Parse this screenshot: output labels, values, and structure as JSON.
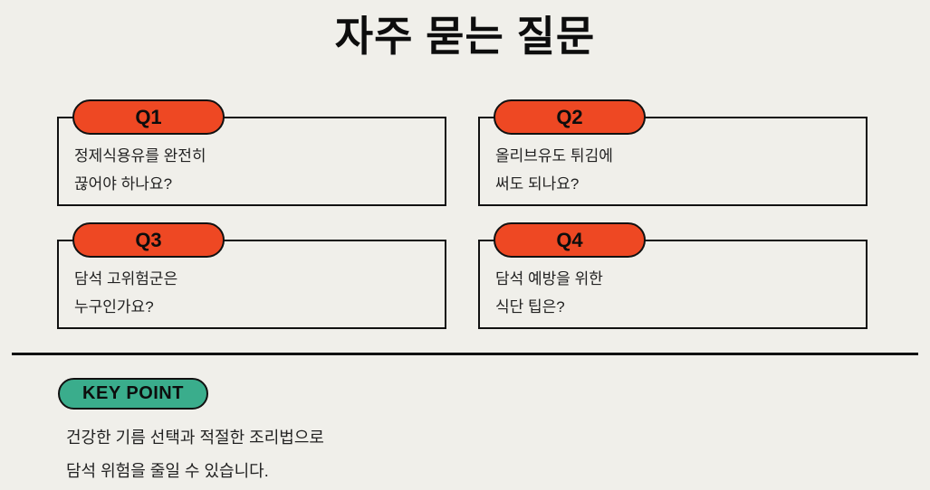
{
  "page": {
    "title": "자주 묻는 질문",
    "background_color": "#F0EFEA"
  },
  "colors": {
    "question_badge": "#EE4823",
    "key_point_badge": "#3AAD8C",
    "border": "#111111",
    "text": "#222222"
  },
  "faq": {
    "items": [
      {
        "badge": "Q1",
        "line1": "정제식용유를 완전히",
        "line2": "끊어야 하나요?"
      },
      {
        "badge": "Q2",
        "line1": "올리브유도 튀김에",
        "line2": "써도 되나요?"
      },
      {
        "badge": "Q3",
        "line1": "담석 고위험군은",
        "line2": "누구인가요?"
      },
      {
        "badge": "Q4",
        "line1": "담석 예방을 위한",
        "line2": "식단 팁은?"
      }
    ]
  },
  "key_point": {
    "badge": "KEY POINT",
    "line1": "건강한 기름 선택과 적절한 조리법으로",
    "line2": "담석 위험을 줄일 수 있습니다."
  }
}
